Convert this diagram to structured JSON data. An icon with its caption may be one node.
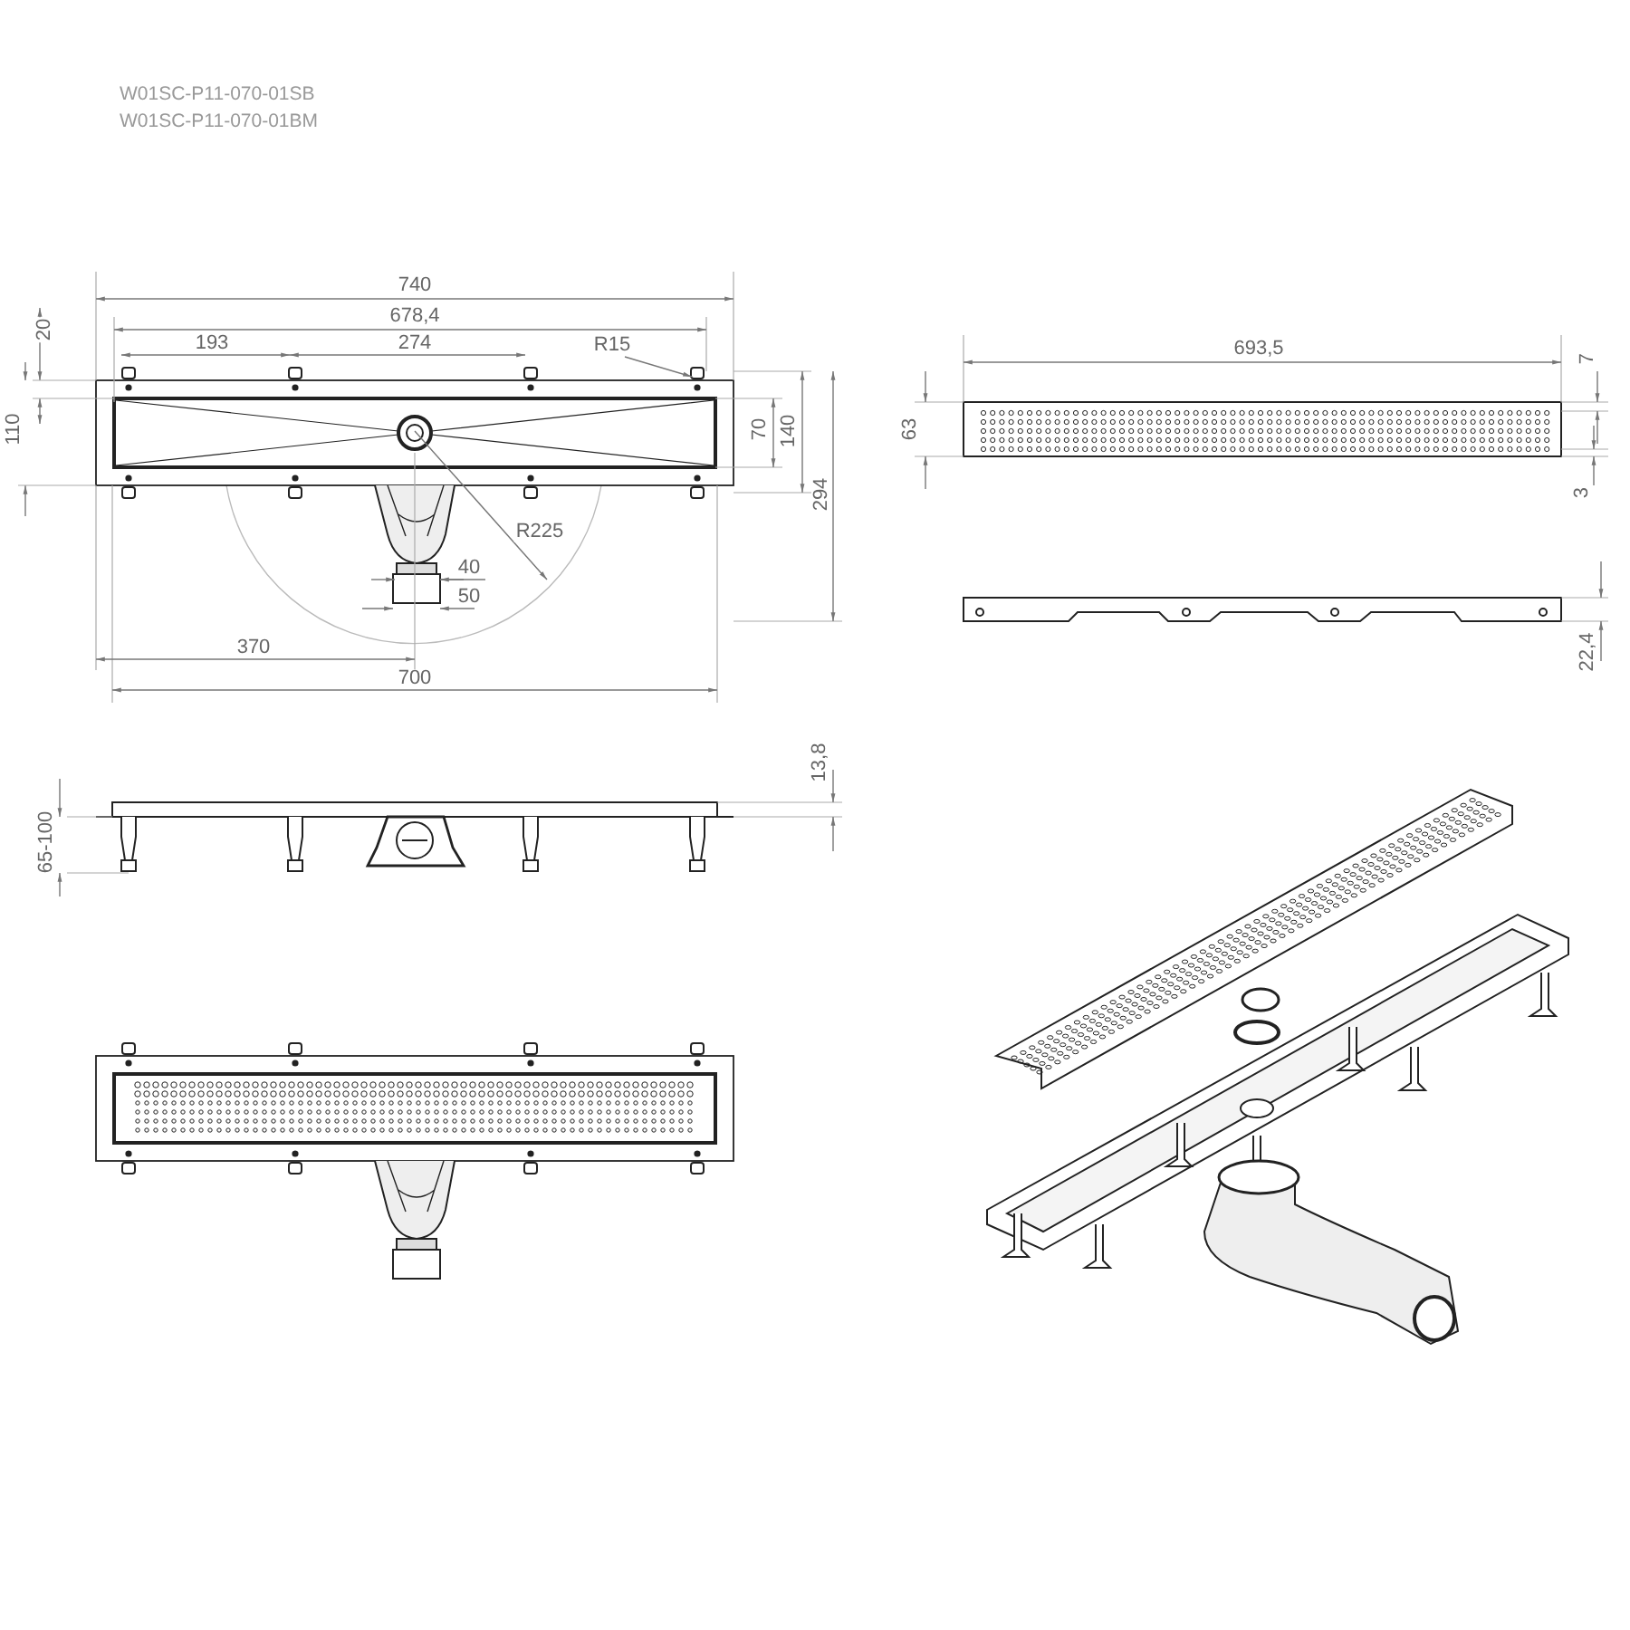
{
  "diagram": {
    "labels": [
      "W01SC-P11-070-01SB",
      "W01SC-P11-070-01BM",
      "740",
      "678,4",
      "193",
      "274",
      "R15",
      "20",
      "110",
      "693,5",
      "7",
      "63",
      "70",
      "140",
      "294",
      "3",
      "R225",
      "40",
      "50",
      "22,4",
      "370",
      "700",
      "13,8",
      "65-100"
    ]
  }
}
